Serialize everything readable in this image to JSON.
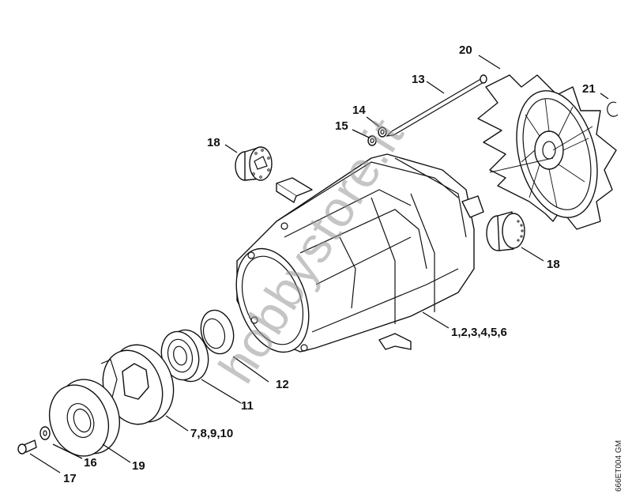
{
  "diagram": {
    "type": "exploded-parts-view",
    "parts": [
      {
        "id": "housing",
        "label": "1,2,3,4,5,6"
      },
      {
        "id": "clutch-drum",
        "label": "7,8,9,10"
      },
      {
        "id": "ball-bearing",
        "label": "11"
      },
      {
        "id": "seal-ring",
        "label": "12"
      },
      {
        "id": "long-bolt",
        "label": "13"
      },
      {
        "id": "nut",
        "label": "14"
      },
      {
        "id": "washer-top",
        "label": "15"
      },
      {
        "id": "washer-small",
        "label": "16"
      },
      {
        "id": "screw",
        "label": "17"
      },
      {
        "id": "damper-left",
        "label": "18"
      },
      {
        "id": "damper-right",
        "label": "18"
      },
      {
        "id": "pulley",
        "label": "19"
      },
      {
        "id": "fan",
        "label": "20"
      },
      {
        "id": "circlip",
        "label": "21"
      }
    ],
    "drawing_code": "666ET004 GM",
    "watermark": "hobbystore.it"
  },
  "colors": {
    "line": "#111111",
    "watermark": "#969696",
    "background": "#ffffff"
  }
}
